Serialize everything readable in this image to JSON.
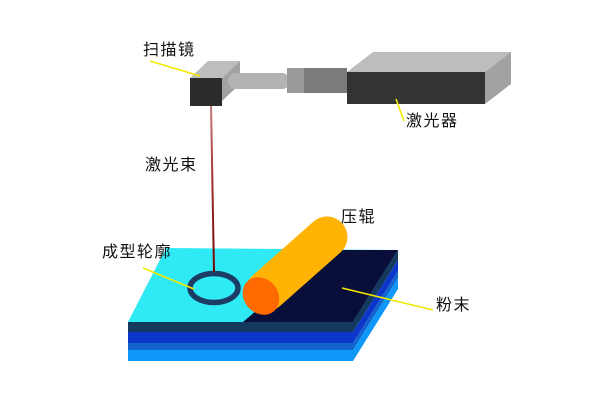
{
  "labels": {
    "scanner_mirror": "扫描镜",
    "laser_beam": "激光束",
    "formed_contour": "成型轮廓",
    "laser": "激光器",
    "roller": "压辊",
    "powder": "粉末"
  },
  "colors": {
    "background": "#ffffff",
    "label_text": "#111111",
    "leader_line": "#f4e800",
    "cyan_surface": "#2fe9f4",
    "loose_powder_top": "#0a0f3a",
    "contour_ring": "#1b3c63",
    "bed_layer_1": "#14395e",
    "bed_layer_2": "#0c36c9",
    "bed_layer_3": "#1263cd",
    "bed_layer_4": "#0f97f7",
    "roller_body": "#ffb405",
    "roller_end_cap": "#ff6a00",
    "beam_top": "#c97a7a",
    "beam_mid": "#a33030",
    "beam_bottom": "#6f0303",
    "metal_top": "#bdbdbd",
    "metal_side": "#a2a2a2",
    "laser_front": "#333333",
    "mirror_front": "#2b2b2b",
    "rod": "#b3b3b3",
    "collar": "#9a9a9a",
    "barrel": "#7b7b7b"
  }
}
